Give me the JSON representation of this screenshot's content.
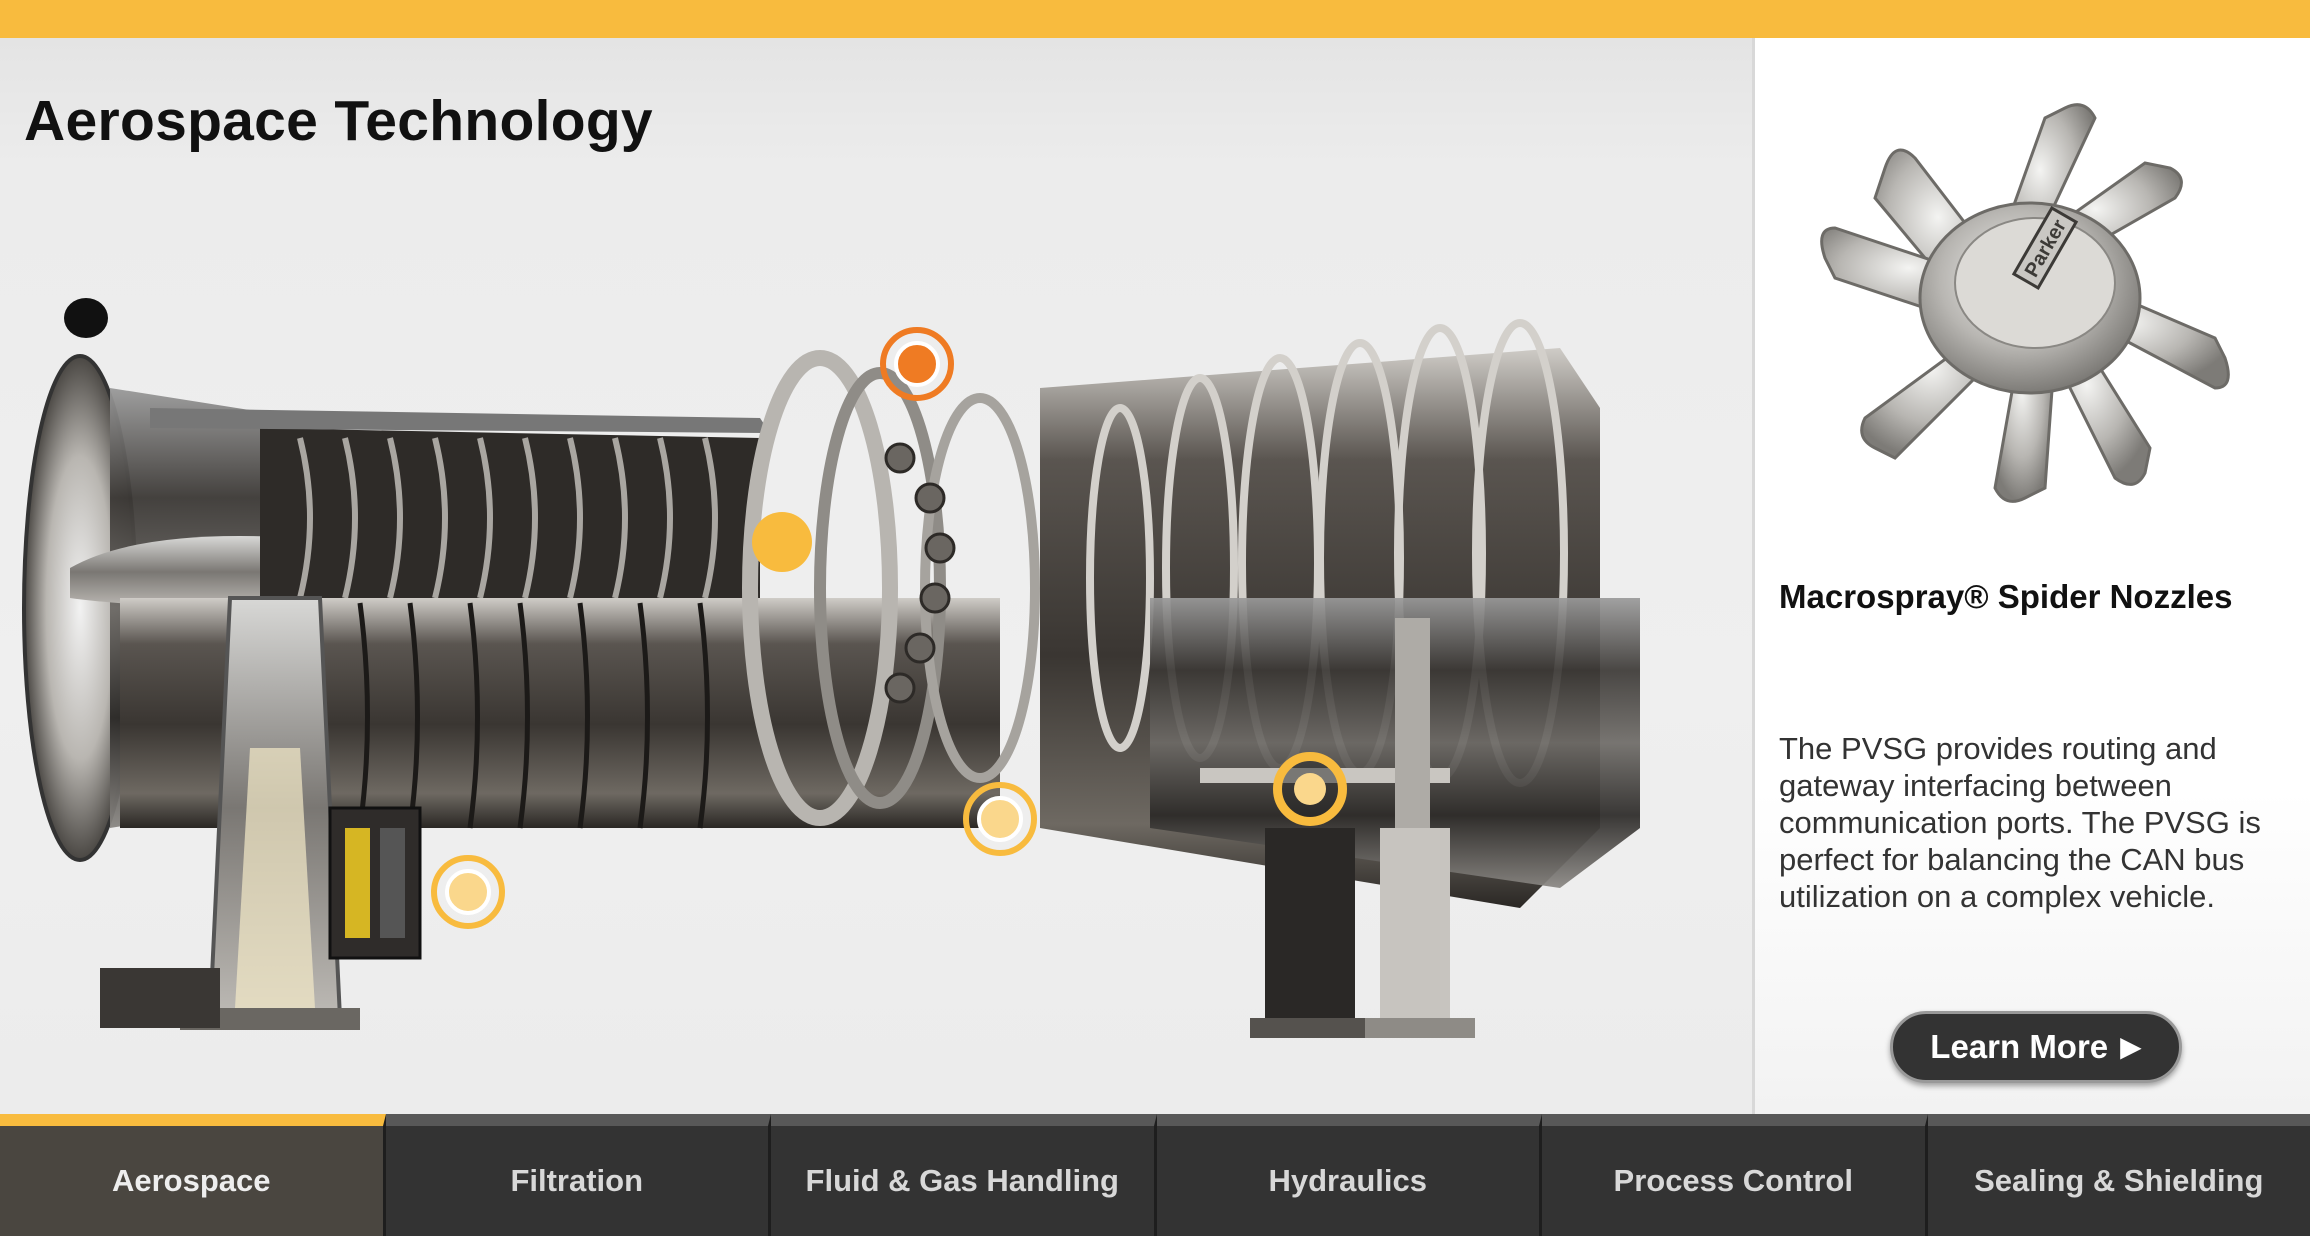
{
  "page": {
    "title": "Aerospace Technology"
  },
  "colors": {
    "accent": "#f8bb3e",
    "hotspot_active": "#ef7b23",
    "hotspot_default": "#f8bb3e",
    "nav_background": "#333333"
  },
  "hotspots": [
    {
      "id": "hotspot-1",
      "state": "active"
    },
    {
      "id": "hotspot-2",
      "state": "default"
    },
    {
      "id": "hotspot-3",
      "state": "default"
    },
    {
      "id": "hotspot-4",
      "state": "default"
    },
    {
      "id": "hotspot-5",
      "state": "selected-ring"
    }
  ],
  "product": {
    "name": "Macrospray® Spider Nozzles",
    "description": "The PVSG provides routing and gateway interfacing between communication ports. The PVSG is perfect for balancing the CAN bus utilization on a complex vehicle.",
    "image_icon": "spider-nozzle-image",
    "logo_text": "Parker",
    "learn_more_label": "Learn More",
    "learn_more_icon": "play-arrow-icon"
  },
  "nav": {
    "active_index": 0,
    "tabs": [
      {
        "label": "Aerospace"
      },
      {
        "label": "Filtration"
      },
      {
        "label": "Fluid & Gas Handling"
      },
      {
        "label": "Hydraulics"
      },
      {
        "label": "Process Control"
      },
      {
        "label": "Sealing & Shielding"
      }
    ]
  }
}
